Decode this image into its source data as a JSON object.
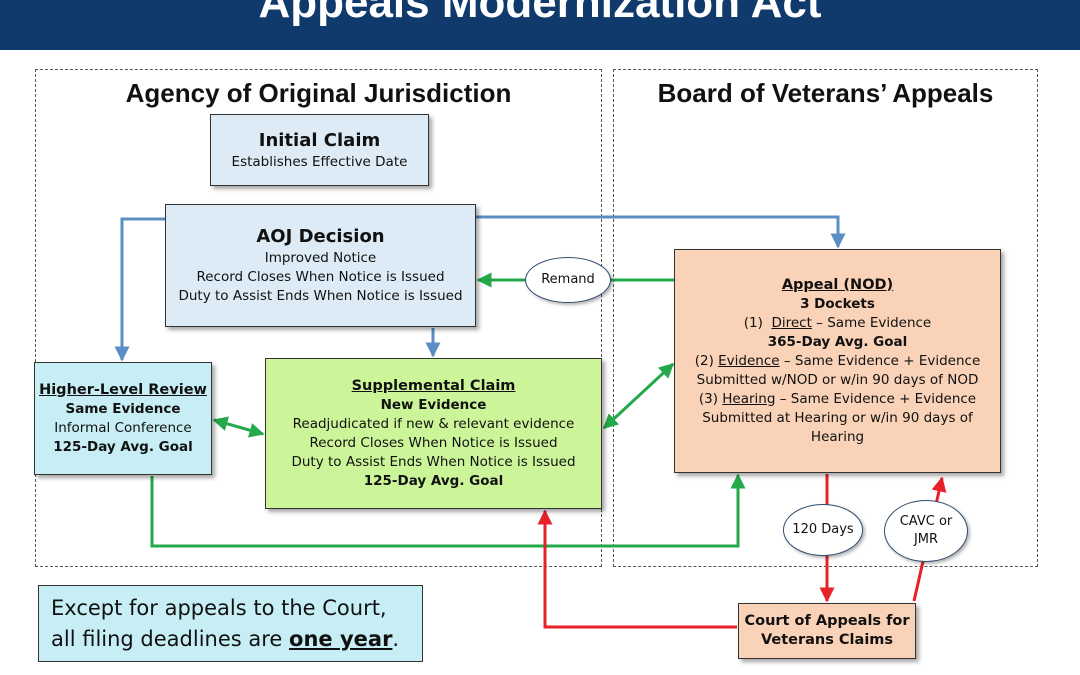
{
  "title": "Appeals Modernization Act",
  "regions": {
    "aoj": "Agency of Original Jurisdiction",
    "bva": "Board of Veterans’ Appeals"
  },
  "initial_claim": {
    "title": "Initial Claim",
    "line1": "Establishes Effective Date"
  },
  "aoj_decision": {
    "title": "AOJ Decision",
    "line1": "Improved Notice",
    "line2": "Record Closes When Notice is Issued",
    "line3": "Duty to Assist Ends When Notice is Issued"
  },
  "higher_level_review": {
    "title": "Higher-Level Review",
    "line1": "Same Evidence",
    "line2": "Informal Conference",
    "line3": "125-Day Avg. Goal"
  },
  "supplemental_claim": {
    "title": "Supplemental Claim",
    "line1": "New Evidence",
    "line2": "Readjudicated if new & relevant evidence",
    "line3": "Record Closes When Notice is Issued",
    "line4": "Duty to Assist Ends When Notice is Issued",
    "line5": "125-Day Avg. Goal"
  },
  "appeal": {
    "title": "Appeal (NOD)",
    "subtitle": "3 Dockets",
    "d1_num": "(1)",
    "d1_name": "Direct",
    "d1_rest": " – Same Evidence",
    "d1_goal": "365-Day Avg. Goal",
    "d2_num": "(2) ",
    "d2_name": "Evidence",
    "d2_rest": " –  Same Evidence + Evidence",
    "d2_line2": "Submitted w/NOD or w/in 90 days of NOD",
    "d3_num": "(3) ",
    "d3_name": "Hearing",
    "d3_rest": "  –  Same Evidence + Evidence",
    "d3_line2": "Submitted at Hearing or w/in 90 days of",
    "d3_line3": "Hearing"
  },
  "remand": "Remand",
  "days_120": "120 Days",
  "cavc_jmr": {
    "line1": "CAVC or",
    "line2": "JMR"
  },
  "court": {
    "line1": "Court of Appeals for",
    "line2": "Veterans Claims"
  },
  "note": {
    "line1": "Except for appeals to the Court,",
    "line2_pre": "all filing deadlines are ",
    "line2_bold": "one year",
    "line2_post": "."
  },
  "colors": {
    "banner": "#0f3a6b",
    "blue_arrow": "#5b8ec4",
    "green_arrow": "#23a84a",
    "red_arrow": "#e8202a"
  }
}
